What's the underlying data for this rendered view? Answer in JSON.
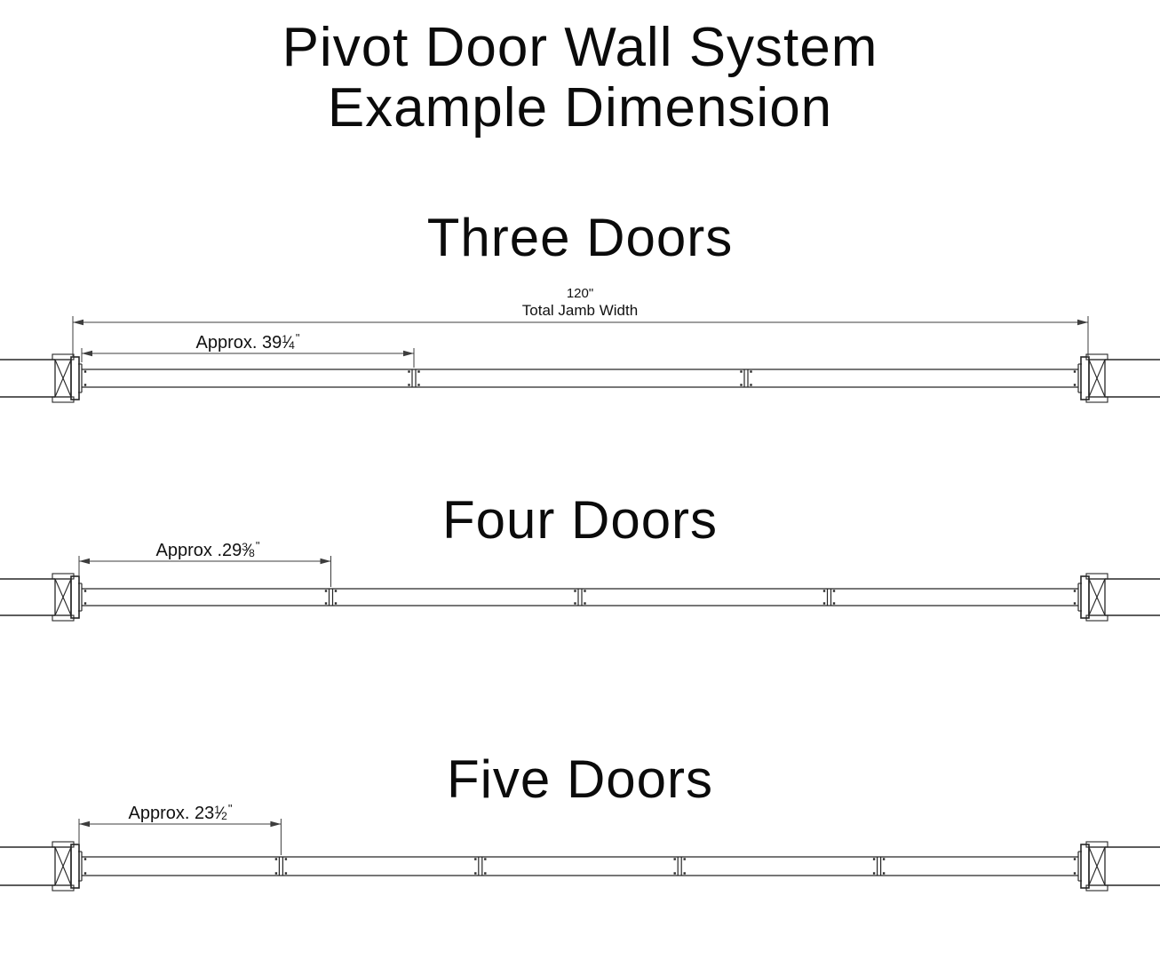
{
  "title": {
    "line1": "Pivot Door Wall System",
    "line2": "Example Dimension"
  },
  "sections": [
    {
      "heading": "Three Doors",
      "door_count": 3,
      "total_dimension": {
        "value": "120\"",
        "label": "Total Jamb Width"
      },
      "panel_dimension": {
        "prefix": "Approx. 39",
        "numerator": "1",
        "denominator": "4",
        "unit": "\""
      }
    },
    {
      "heading": "Four Doors",
      "door_count": 4,
      "panel_dimension": {
        "prefix": "Approx .29",
        "numerator": "3",
        "denominator": "8",
        "unit": "\""
      }
    },
    {
      "heading": "Five Doors",
      "door_count": 5,
      "panel_dimension": {
        "prefix": "Approx. 23",
        "numerator": "1",
        "denominator": "2",
        "unit": "\""
      }
    }
  ],
  "colors": {
    "background": "#ffffff",
    "line": "#262626",
    "dimension": "#3d3d3d",
    "text": "#000000"
  }
}
